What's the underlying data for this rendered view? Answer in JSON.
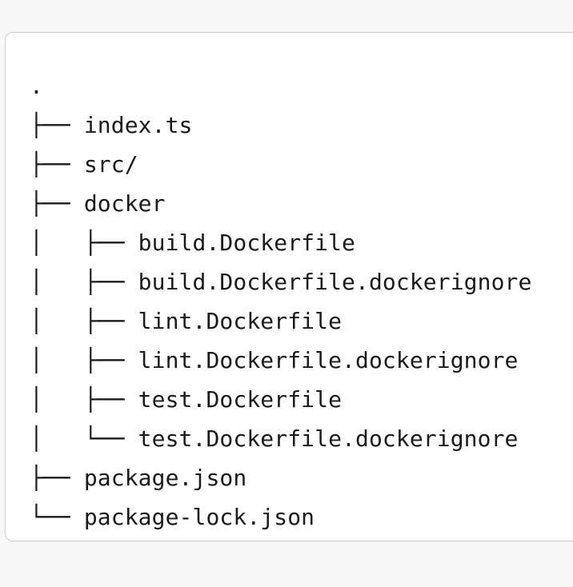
{
  "colors": {
    "page_background": "#f7f7f8",
    "card_background": "#ffffff",
    "card_border": "#c9ccd8",
    "text": "#1a1a1a"
  },
  "tree": {
    "root_label": ".",
    "lines": [
      {
        "prefix": "",
        "label": "."
      },
      {
        "prefix": "├── ",
        "label": "index.ts"
      },
      {
        "prefix": "├── ",
        "label": "src/"
      },
      {
        "prefix": "├── ",
        "label": "docker"
      },
      {
        "prefix": "│   ├── ",
        "label": "build.Dockerfile"
      },
      {
        "prefix": "│   ├── ",
        "label": "build.Dockerfile.dockerignore"
      },
      {
        "prefix": "│   ├── ",
        "label": "lint.Dockerfile"
      },
      {
        "prefix": "│   ├── ",
        "label": "lint.Dockerfile.dockerignore"
      },
      {
        "prefix": "│   ├── ",
        "label": "test.Dockerfile"
      },
      {
        "prefix": "│   └── ",
        "label": "test.Dockerfile.dockerignore"
      },
      {
        "prefix": "├── ",
        "label": "package.json"
      },
      {
        "prefix": "└── ",
        "label": "package-lock.json"
      }
    ]
  }
}
